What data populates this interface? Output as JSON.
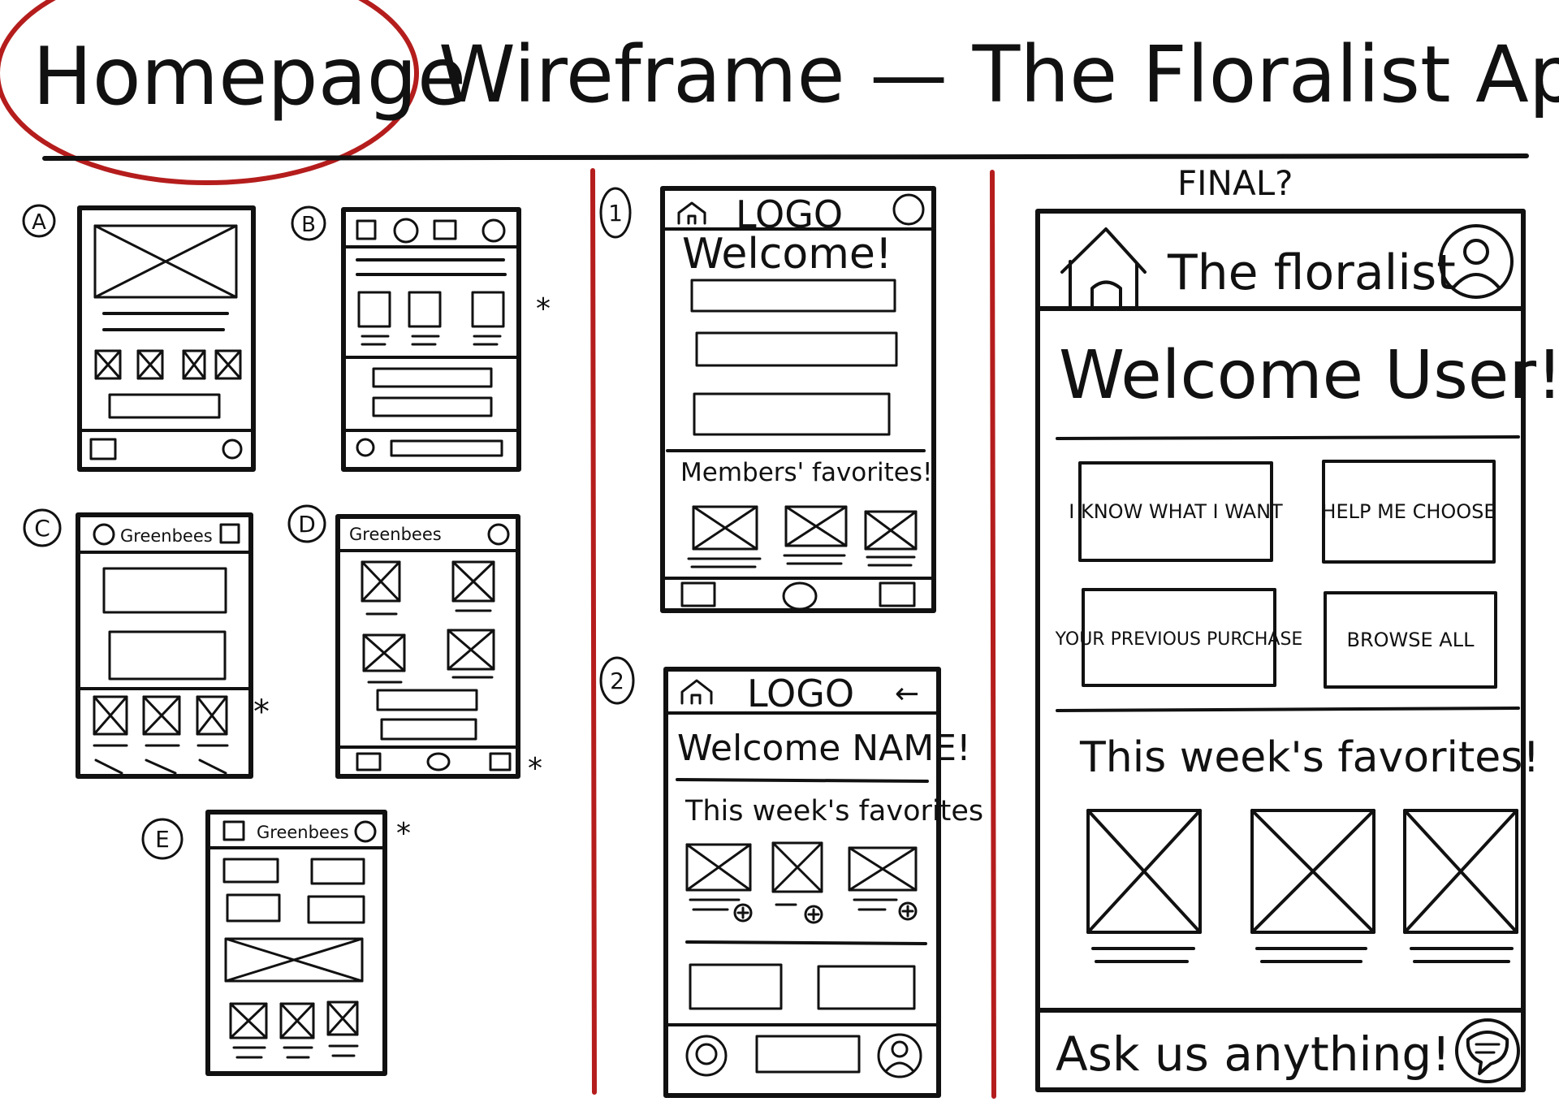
{
  "header": {
    "title_circled": "Homepage",
    "title_rest": "Wireframe — The Floralist App"
  },
  "sketch_labels": {
    "a": "A",
    "b": "B",
    "c": "C",
    "d": "D",
    "e": "E",
    "one": "1",
    "two": "2",
    "star": "*"
  },
  "sketch_c": {
    "brand": "Greenbees"
  },
  "sketch_d": {
    "brand": "Greenbees"
  },
  "sketch_e": {
    "brand": "Greenbees"
  },
  "sketch_1": {
    "logo": "LOGO",
    "welcome": "Welcome!",
    "members_favorites": "Members' favorites!"
  },
  "sketch_2": {
    "logo": "LOGO",
    "back_arrow": "←",
    "welcome": "Welcome NAME!",
    "weeks_favorites": "This week's favorites"
  },
  "final": {
    "label": "FINAL?",
    "brand": "The floralist",
    "welcome": "Welcome User!",
    "buttons": [
      "I KNOW WHAT I WANT",
      "HELP ME CHOOSE",
      "YOUR PREVIOUS PURCHASE",
      "BROWSE ALL"
    ],
    "section_title": "This week's favorites!",
    "footer_text": "Ask us anything!"
  },
  "colors": {
    "ink": "#111111",
    "red": "#b51d1d",
    "paper": "#ffffff"
  },
  "icons": [
    "home-icon",
    "user-icon",
    "chat-icon",
    "plus-icon",
    "back-arrow-icon",
    "image-placeholder-icon"
  ]
}
